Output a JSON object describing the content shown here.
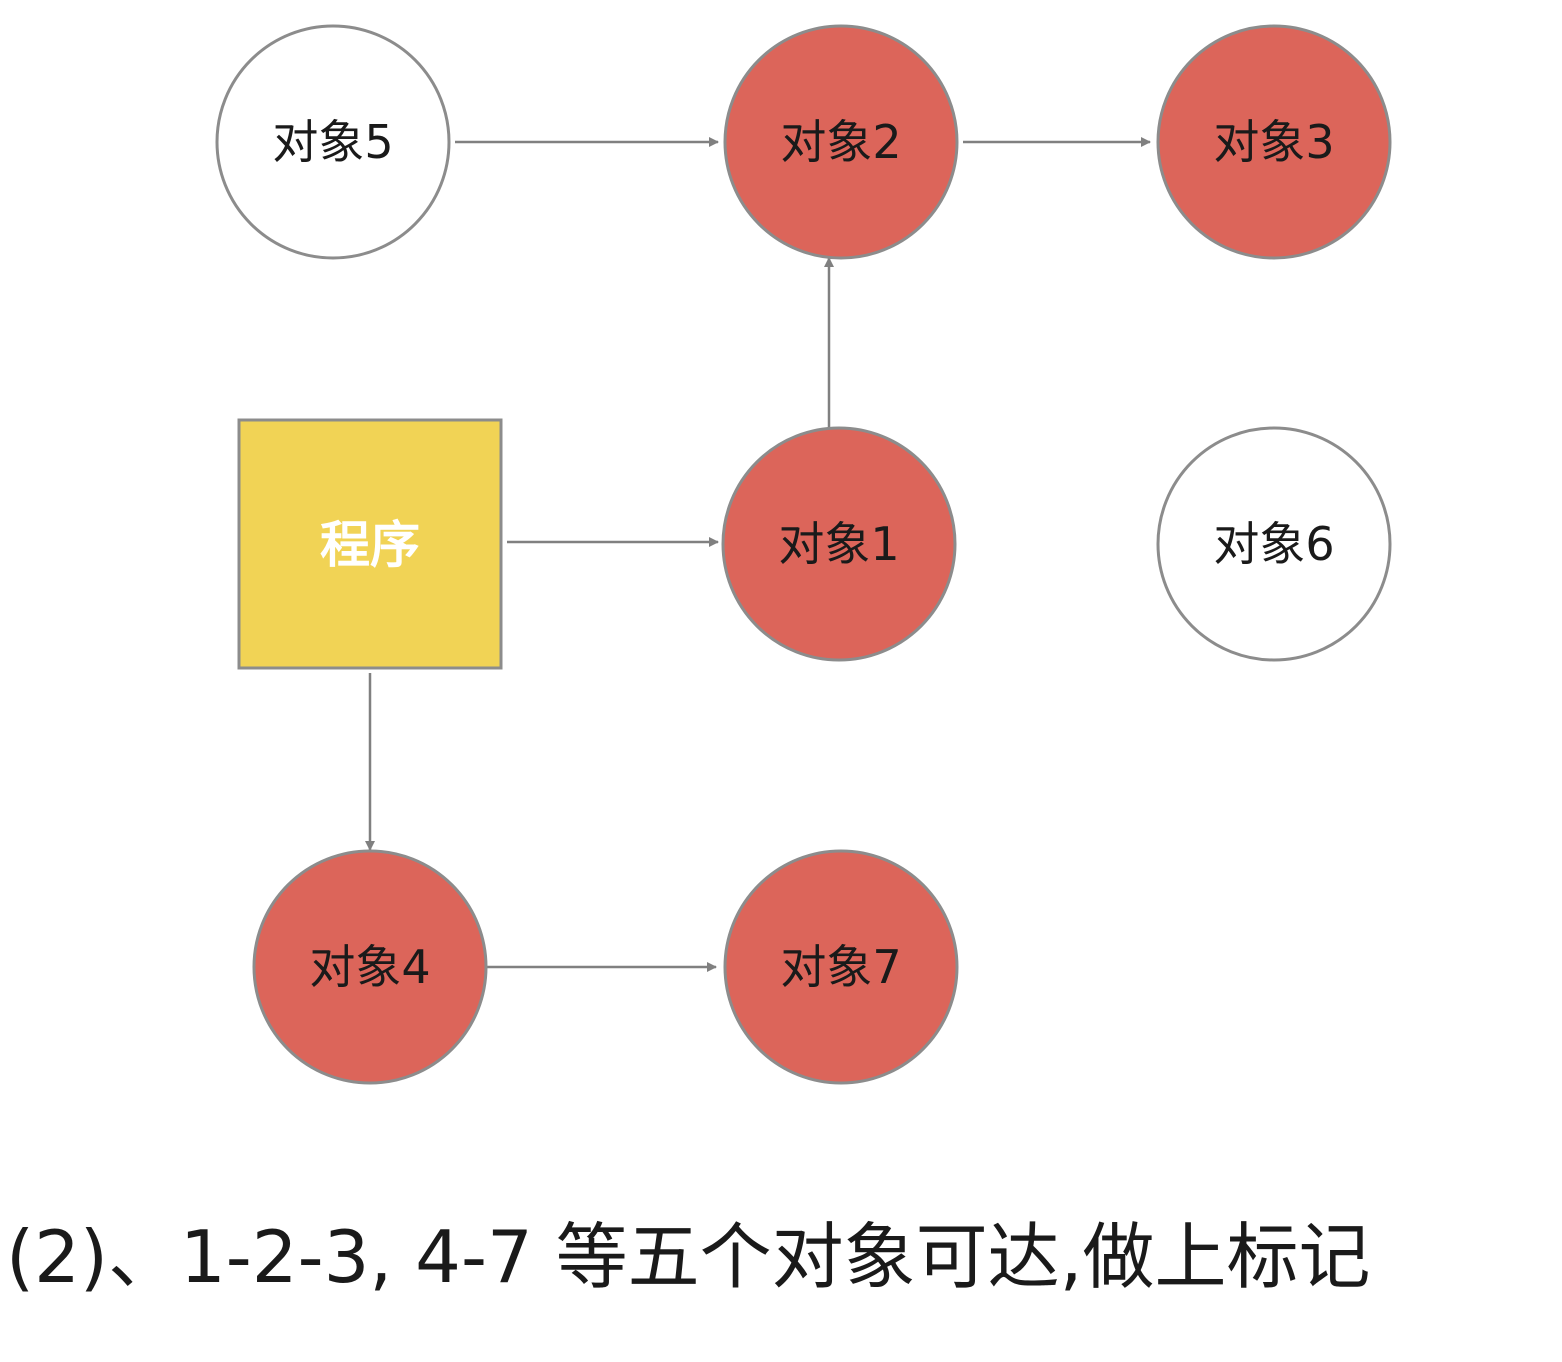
{
  "colors": {
    "marked_fill": "#dc655a",
    "unmarked_fill": "#ffffff",
    "node_stroke": "#8c8c8c",
    "program_fill": "#f1d355",
    "edge": "#808080"
  },
  "program": {
    "label": "程序"
  },
  "nodes": [
    {
      "id": "obj5",
      "label": "对象5",
      "marked": false
    },
    {
      "id": "obj2",
      "label": "对象2",
      "marked": true
    },
    {
      "id": "obj3",
      "label": "对象3",
      "marked": true
    },
    {
      "id": "obj1",
      "label": "对象1",
      "marked": true
    },
    {
      "id": "obj6",
      "label": "对象6",
      "marked": false
    },
    {
      "id": "obj4",
      "label": "对象4",
      "marked": true
    },
    {
      "id": "obj7",
      "label": "对象7",
      "marked": true
    }
  ],
  "edges": [
    {
      "from": "obj5",
      "to": "obj2"
    },
    {
      "from": "obj2",
      "to": "obj3"
    },
    {
      "from": "obj1",
      "to": "obj2"
    },
    {
      "from": "program",
      "to": "obj1"
    },
    {
      "from": "program",
      "to": "obj4"
    },
    {
      "from": "obj4",
      "to": "obj7"
    }
  ],
  "caption": "(2)、1-2-3, 4-7 等五个对象可达,做上标记"
}
